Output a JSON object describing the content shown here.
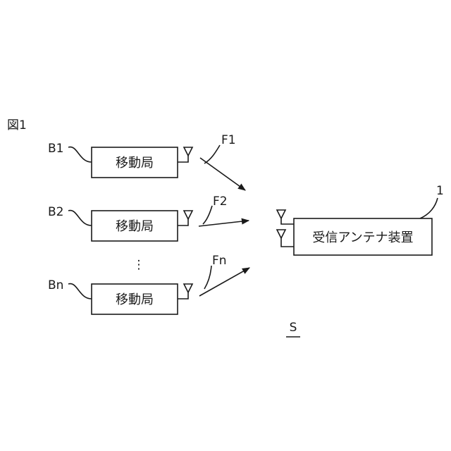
{
  "figure_label": "図1",
  "mobile_stations": [
    {
      "ref": "B1",
      "label": "移動局"
    },
    {
      "ref": "B2",
      "label": "移動局"
    },
    {
      "ref": "Bn",
      "label": "移動局"
    }
  ],
  "continuation_mark": "⋮",
  "signals": [
    {
      "label": "F1"
    },
    {
      "label": "F2"
    },
    {
      "label": "Fn"
    }
  ],
  "receiver": {
    "ref": "1",
    "label": "受信アンテナ装置"
  },
  "system_label": "S",
  "colors": {
    "line": "#1a1a1a",
    "background": "#ffffff"
  }
}
